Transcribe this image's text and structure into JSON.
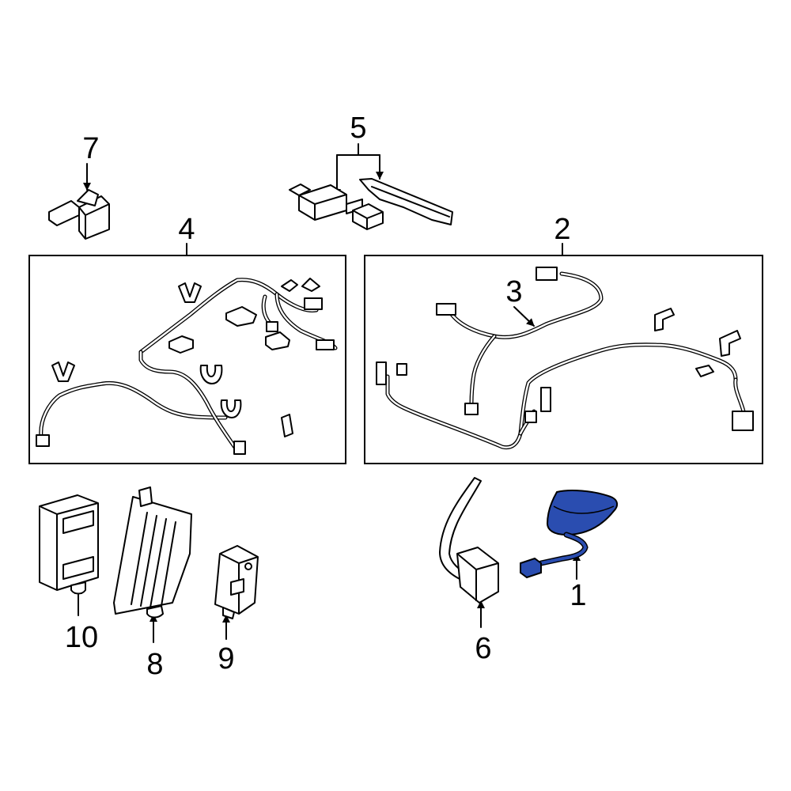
{
  "callouts": {
    "c1": "1",
    "c2": "2",
    "c3": "3",
    "c4": "4",
    "c5": "5",
    "c6": "6",
    "c7": "7",
    "c8": "8",
    "c9": "9",
    "c10": "10"
  },
  "colors": {
    "highlight": "#2a4db0",
    "line": "#000000"
  }
}
